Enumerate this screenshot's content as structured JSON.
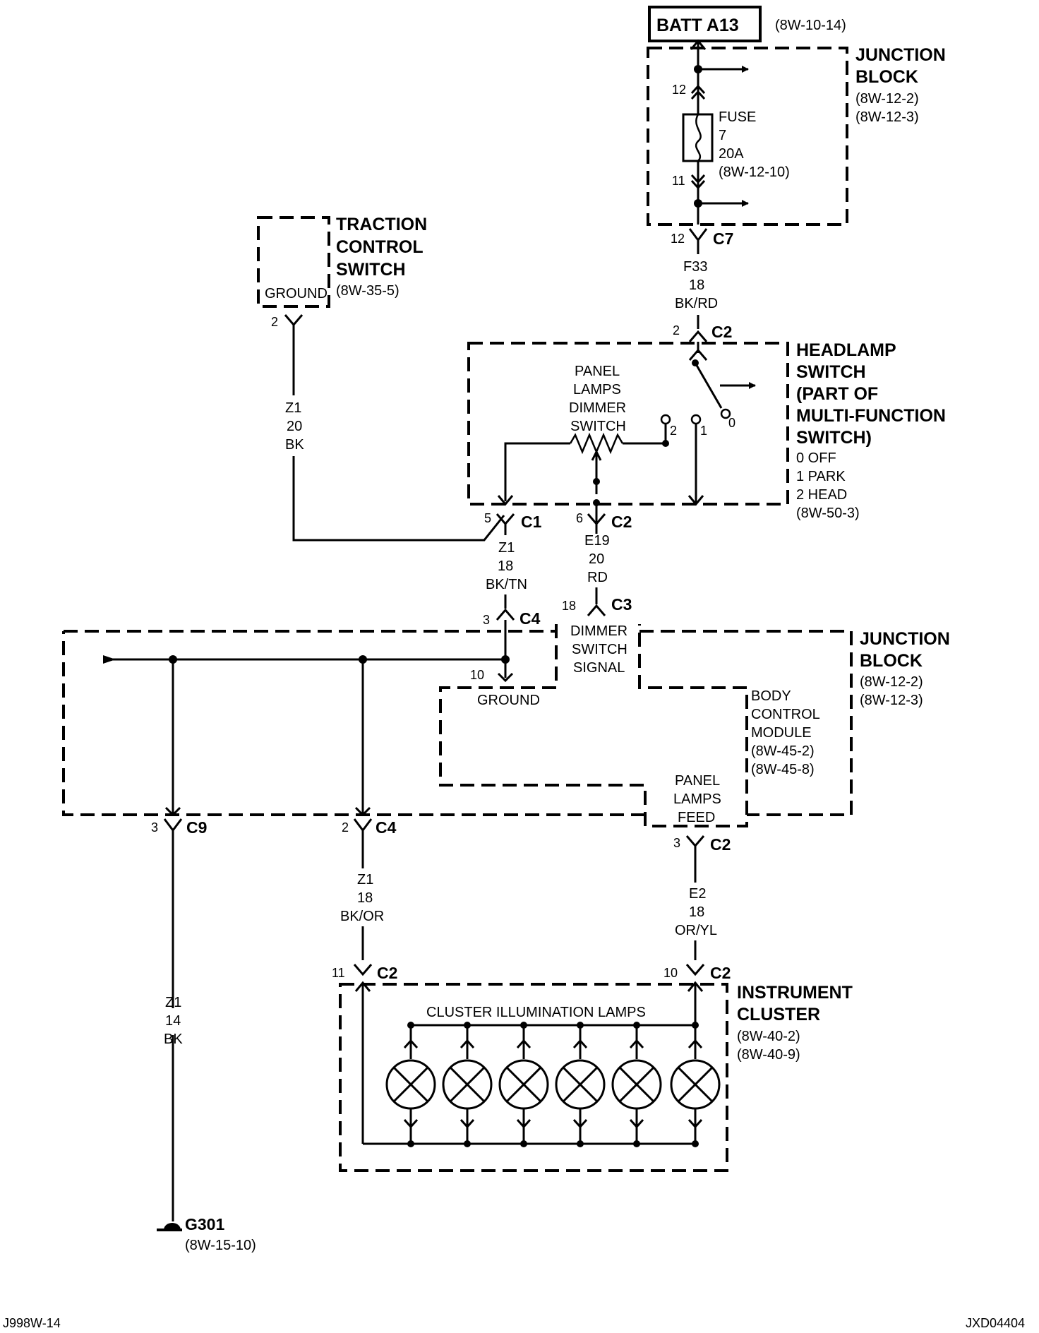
{
  "batt": {
    "label": "BATT A13",
    "ref": "(8W-10-14)"
  },
  "junction_block_top": {
    "title1": "JUNCTION",
    "title2": "BLOCK",
    "ref1": "(8W-12-2)",
    "ref2": "(8W-12-3)"
  },
  "fuse": {
    "l1": "FUSE",
    "l2": "7",
    "l3": "20A",
    "l4": "(8W-12-10)",
    "pin_top": "12",
    "pin_bottom": "11"
  },
  "c7": {
    "pin": "12",
    "name": "C7"
  },
  "wire_f33": {
    "circuit": "F33",
    "gauge": "18",
    "color": "BK/RD"
  },
  "traction": {
    "t1": "TRACTION",
    "t2": "CONTROL",
    "t3": "SWITCH",
    "ground": "GROUND",
    "ref": "(8W-35-5)",
    "pin": "2"
  },
  "wire_z1_20": {
    "circuit": "Z1",
    "gauge": "20",
    "color": "BK"
  },
  "headlamp": {
    "t1": "HEADLAMP",
    "t2": "SWITCH",
    "t3": "(PART OF",
    "t4": "MULTI-FUNCTION",
    "t5": "SWITCH)",
    "pos0": "0 OFF",
    "pos1": "1 PARK",
    "pos2": "2 HEAD",
    "ref": "(8W-50-3)",
    "dimmer1": "PANEL",
    "dimmer2": "LAMPS",
    "dimmer3": "DIMMER",
    "dimmer4": "SWITCH",
    "sw_0": "0",
    "sw_1": "1",
    "sw_2": "2",
    "c2_top_pin": "2",
    "c2_top": "C2",
    "c1_pin": "5",
    "c1": "C1",
    "c2_bot_pin": "6",
    "c2_bot": "C2"
  },
  "wire_z1_18_bktn": {
    "circuit": "Z1",
    "gauge": "18",
    "color": "BK/TN"
  },
  "wire_e19": {
    "circuit": "E19",
    "gauge": "20",
    "color": "RD"
  },
  "junction_block_mid": {
    "title1": "JUNCTION",
    "title2": "BLOCK",
    "ref1": "(8W-12-2)",
    "ref2": "(8W-12-3)",
    "c4_pin": "3",
    "c4": "C4",
    "c3_pin": "18",
    "c3": "C3",
    "dimmer1": "DIMMER",
    "dimmer2": "SWITCH",
    "dimmer3": "SIGNAL",
    "ground_pin": "10",
    "ground": "GROUND",
    "bcm1": "BODY",
    "bcm2": "CONTROL",
    "bcm3": "MODULE",
    "bcm_ref1": "(8W-45-2)",
    "bcm_ref2": "(8W-45-8)",
    "feed1": "PANEL",
    "feed2": "LAMPS",
    "feed3": "FEED",
    "c9_pin": "3",
    "c9": "C9",
    "c4b_pin": "2",
    "c4b": "C4",
    "c2_pin": "3",
    "c2": "C2"
  },
  "wire_z1_18_bkor": {
    "circuit": "Z1",
    "gauge": "18",
    "color": "BK/OR"
  },
  "wire_e2": {
    "circuit": "E2",
    "gauge": "18",
    "color": "OR/YL"
  },
  "wire_z1_14": {
    "circuit": "Z1",
    "gauge": "14",
    "color": "BK"
  },
  "cluster": {
    "t1": "INSTRUMENT",
    "t2": "CLUSTER",
    "ref1": "(8W-40-2)",
    "ref2": "(8W-40-9)",
    "lamps_label": "CLUSTER ILLUMINATION LAMPS",
    "c2a_pin": "11",
    "c2a": "C2",
    "c2b_pin": "10",
    "c2b": "C2"
  },
  "ground": {
    "label": "G301",
    "ref": "(8W-15-10)"
  },
  "footer": {
    "left": "J998W-14",
    "right": "JXD04404"
  }
}
